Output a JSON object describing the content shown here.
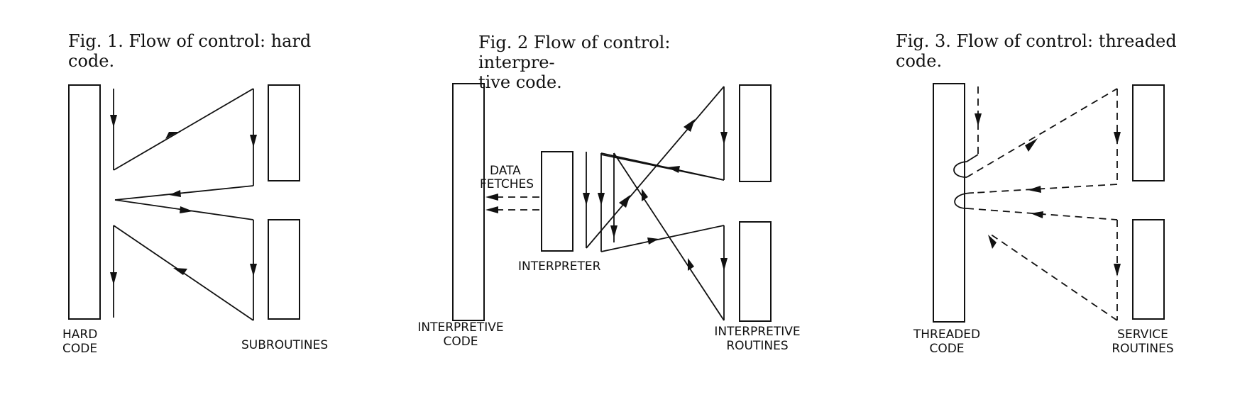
{
  "figures": [
    {
      "caption_line1": "Fig.  1. Flow  of  control:  hard",
      "caption_line2": "code.",
      "left_label_line1": "HARD",
      "left_label_line2": "CODE",
      "right_label": "SUBROUTINES"
    },
    {
      "caption_line1": "Fig. 2 Flow of control: interpre-",
      "caption_line2": "tive code.",
      "data_label_line1": "DATA",
      "data_label_line2": "FETCHES",
      "middle_label": "INTERPRETER",
      "left_label_line1": "INTERPRETIVE",
      "left_label_line2": "CODE",
      "right_label_line1": "INTERPRETIVE",
      "right_label_line2": "ROUTINES"
    },
    {
      "caption_line1": "Fig. 3.  Flow of control: threaded",
      "caption_line2": "code.",
      "left_label_line1": "THREADED",
      "left_label_line2": "CODE",
      "right_label_line1": "SERVICE",
      "right_label_line2": "ROUTINES"
    }
  ]
}
